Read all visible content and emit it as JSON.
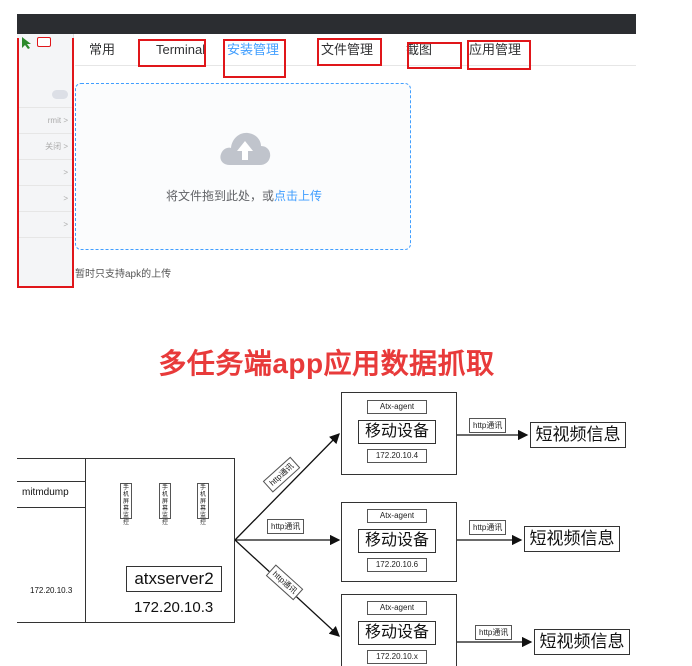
{
  "tabs": [
    {
      "label": "常用",
      "active": false
    },
    {
      "label": "Terminal",
      "active": false
    },
    {
      "label": "安装管理",
      "active": true
    },
    {
      "label": "文件管理",
      "active": false
    },
    {
      "label": "截图",
      "active": false
    },
    {
      "label": "应用管理",
      "active": false
    }
  ],
  "left_rows": [
    "",
    "",
    "",
    "rmit >",
    "关闭 >",
    ">",
    ">",
    ">"
  ],
  "upload": {
    "prompt_prefix": "将文件拖到此处，或",
    "prompt_link": "点击上传",
    "tip": "暂时只支持apk的上传"
  },
  "diagram": {
    "title": "多任务端app应用数据抓取",
    "proxy_label": "mitmdump",
    "proxy_ip": "172.20.10.3",
    "monitor_label": "手机屏幕监控",
    "server_label": "atxserver2",
    "server_ip": "172.20.10.3",
    "link_label": "http通讯",
    "devices": [
      {
        "agent": "Atx-agent",
        "name": "移动设备",
        "ip": "172.20.10.4",
        "output": "短视频信息"
      },
      {
        "agent": "Atx-agent",
        "name": "移动设备",
        "ip": "172.20.10.6",
        "output": "短视频信息"
      },
      {
        "agent": "Atx-agent",
        "name": "移动设备",
        "ip": "172.20.10.x",
        "output": "短视频信息"
      }
    ]
  },
  "colors": {
    "accent": "#409eff",
    "highlight": "#e0161a",
    "title": "#e83a3a",
    "topbar": "#2b2d31"
  }
}
